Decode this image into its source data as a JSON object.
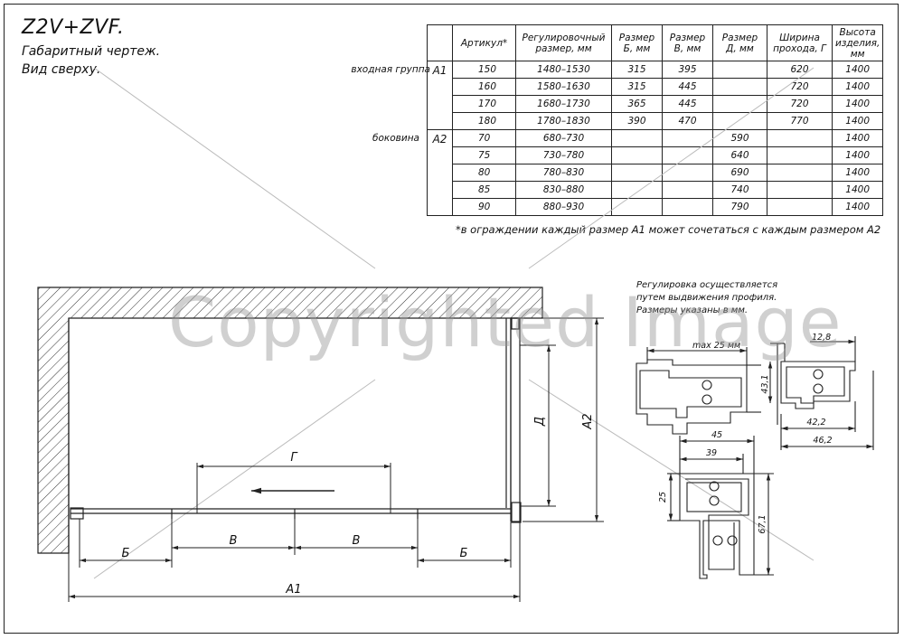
{
  "title": {
    "main": "Z2V+ZVF.",
    "line1": "Габаритный чертеж.",
    "line2": "Вид сверху."
  },
  "table": {
    "headers": {
      "article": "Артикул*",
      "adjust": "Регулировочный размер, мм",
      "b": "Размер Б, мм",
      "v": "Размер В, мм",
      "d": "Размер Д, мм",
      "g": "Ширина прохода, Г",
      "h": "Высота изделия, мм"
    },
    "group_a1": {
      "label": "входная группа",
      "code": "A1"
    },
    "group_a2": {
      "label": "боковина",
      "code": "A2"
    },
    "rows_a1": [
      {
        "art": "150",
        "adj": "1480–1530",
        "b": "315",
        "v": "395",
        "d": "",
        "g": "620",
        "h": "1400"
      },
      {
        "art": "160",
        "adj": "1580–1630",
        "b": "315",
        "v": "445",
        "d": "",
        "g": "720",
        "h": "1400"
      },
      {
        "art": "170",
        "adj": "1680–1730",
        "b": "365",
        "v": "445",
        "d": "",
        "g": "720",
        "h": "1400"
      },
      {
        "art": "180",
        "adj": "1780–1830",
        "b": "390",
        "v": "470",
        "d": "",
        "g": "770",
        "h": "1400"
      }
    ],
    "rows_a2": [
      {
        "art": "70",
        "adj": "680–730",
        "b": "",
        "v": "",
        "d": "590",
        "g": "",
        "h": "1400"
      },
      {
        "art": "75",
        "adj": "730–780",
        "b": "",
        "v": "",
        "d": "640",
        "g": "",
        "h": "1400"
      },
      {
        "art": "80",
        "adj": "780–830",
        "b": "",
        "v": "",
        "d": "690",
        "g": "",
        "h": "1400"
      },
      {
        "art": "85",
        "adj": "830–880",
        "b": "",
        "v": "",
        "d": "740",
        "g": "",
        "h": "1400"
      },
      {
        "art": "90",
        "adj": "880–930",
        "b": "",
        "v": "",
        "d": "790",
        "g": "",
        "h": "1400"
      }
    ]
  },
  "footnote": "*в ограждении каждый размер А1 может сочетаться с каждым размером А2",
  "profile_note": {
    "line1": "Регулировка осуществляется",
    "line2": "путем выдвижения профиля.",
    "line3": "Размеры указаны в мм."
  },
  "dimensions": {
    "b": "Б",
    "v": "В",
    "g": "Г",
    "d": "Д",
    "a1": "А1",
    "a2": "А2",
    "p1_width": "max 25 мм",
    "p1_height": "43,1",
    "p1_top": "12,8",
    "p1_w1": "42,2",
    "p1_w2": "46,2",
    "p2_45": "45",
    "p2_39": "39",
    "p2_25": "25",
    "p2_67": "67,1"
  },
  "watermark": "Copyrighted Image",
  "colors": {
    "line": "#222222",
    "hatch": "#333333",
    "watermark": "#969696"
  }
}
